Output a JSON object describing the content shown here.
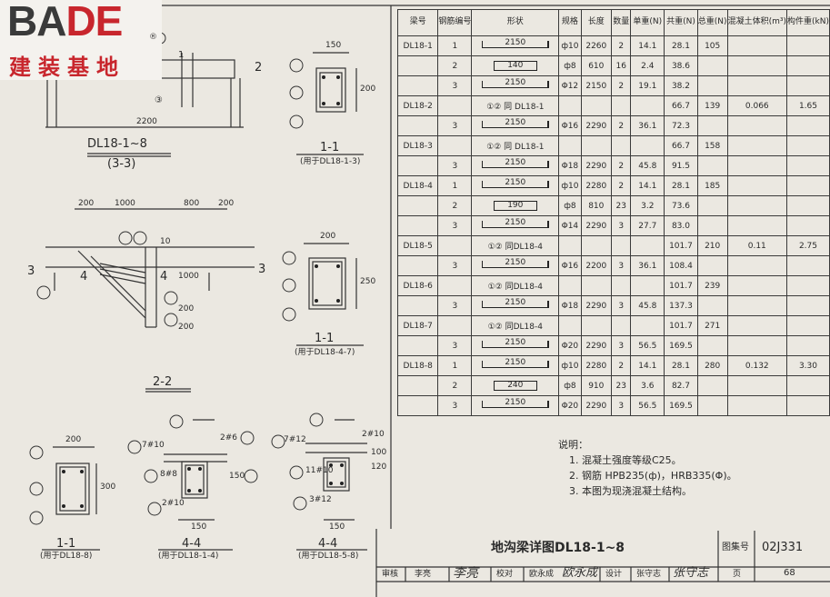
{
  "logo": {
    "text_a": "BA",
    "text_b": "DE",
    "cn": "建装基地",
    "reg": "®"
  },
  "views": {
    "top_left": {
      "title": "DL18-1~8",
      "subtitle": "(3-3)",
      "dim_2200": "2200",
      "label_2": "2",
      "label_1": "1",
      "label_3": "③"
    },
    "sec_1_1_a": {
      "title": "1-1",
      "note": "(用于DL18-1-3)",
      "dim_w": "150",
      "dim_h": "200"
    },
    "view_2_2": {
      "title": "2-2",
      "dims": [
        "200",
        "1000",
        "800",
        "200"
      ],
      "dim_v": [
        "10",
        "1000",
        "200",
        "200"
      ],
      "sec_3": "3",
      "sec_4": "4"
    },
    "sec_1_1_b": {
      "title": "1-1",
      "note": "(用于DL18-4-7)",
      "dim_w": "200",
      "dim_h": "250"
    },
    "sec_1_1_c": {
      "title": "1-1",
      "note": "(用于DL18-8)",
      "dim_w": "200",
      "dim_h": "300"
    },
    "sec_4_4_a": {
      "title": "4-4",
      "note": "(用于DL18-1-4)",
      "dim_w": "150",
      "dim_h": "150",
      "bars": [
        "7#10",
        "2#6",
        "8#8",
        "2#10"
      ]
    },
    "sec_4_4_b": {
      "title": "4-4",
      "note": "(用于DL18-5-8)",
      "dim_w": "150",
      "dim_h": "120",
      "bars": [
        "7#12",
        "2#10",
        "11#10",
        "3#12",
        "100"
      ]
    }
  },
  "table": {
    "headers": [
      "梁号",
      "钢筋编号",
      "形状",
      "规格",
      "长度",
      "数量",
      "单重(N)",
      "共重(N)",
      "总重(N)",
      "混凝土体积(m³)",
      "构件重(kN)"
    ],
    "rows": [
      {
        "beam": "DL18-1",
        "no": "1",
        "shape": "2150",
        "kind": "bar",
        "spec": "ф10",
        "len": "2260",
        "qty": "2",
        "unit": "14.1",
        "sum": "28.1",
        "total": "105",
        "vol": "",
        "wt": ""
      },
      {
        "beam": "",
        "no": "2",
        "shape": "140",
        "kind": "stirrup",
        "spec": "ф8",
        "len": "610",
        "qty": "16",
        "unit": "2.4",
        "sum": "38.6",
        "total": "",
        "vol": "",
        "wt": ""
      },
      {
        "beam": "",
        "no": "3",
        "shape": "2150",
        "kind": "bar",
        "spec": "Φ12",
        "len": "2150",
        "qty": "2",
        "unit": "19.1",
        "sum": "38.2",
        "total": "",
        "vol": "",
        "wt": ""
      },
      {
        "beam": "DL18-2",
        "no": "",
        "shape": "①② 同 DL18-1",
        "kind": "text",
        "spec": "",
        "len": "",
        "qty": "",
        "unit": "",
        "sum": "66.7",
        "total": "139",
        "vol": "0.066",
        "wt": "1.65"
      },
      {
        "beam": "",
        "no": "3",
        "shape": "2150",
        "kind": "bar",
        "spec": "Φ16",
        "len": "2290",
        "qty": "2",
        "unit": "36.1",
        "sum": "72.3",
        "total": "",
        "vol": "",
        "wt": ""
      },
      {
        "beam": "DL18-3",
        "no": "",
        "shape": "①② 同 DL18-1",
        "kind": "text",
        "spec": "",
        "len": "",
        "qty": "",
        "unit": "",
        "sum": "66.7",
        "total": "158",
        "vol": "",
        "wt": ""
      },
      {
        "beam": "",
        "no": "3",
        "shape": "2150",
        "kind": "bar",
        "spec": "Φ18",
        "len": "2290",
        "qty": "2",
        "unit": "45.8",
        "sum": "91.5",
        "total": "",
        "vol": "",
        "wt": ""
      },
      {
        "beam": "DL18-4",
        "no": "1",
        "shape": "2150",
        "kind": "bar",
        "spec": "ф10",
        "len": "2280",
        "qty": "2",
        "unit": "14.1",
        "sum": "28.1",
        "total": "185",
        "vol": "",
        "wt": ""
      },
      {
        "beam": "",
        "no": "2",
        "shape": "190",
        "kind": "stirrup",
        "spec": "ф8",
        "len": "810",
        "qty": "23",
        "unit": "3.2",
        "sum": "73.6",
        "total": "",
        "vol": "",
        "wt": ""
      },
      {
        "beam": "",
        "no": "3",
        "shape": "2150",
        "kind": "bar",
        "spec": "Φ14",
        "len": "2290",
        "qty": "3",
        "unit": "27.7",
        "sum": "83.0",
        "total": "",
        "vol": "",
        "wt": ""
      },
      {
        "beam": "DL18-5",
        "no": "",
        "shape": "①② 同DL18-4",
        "kind": "text",
        "spec": "",
        "len": "",
        "qty": "",
        "unit": "",
        "sum": "101.7",
        "total": "210",
        "vol": "0.11",
        "wt": "2.75"
      },
      {
        "beam": "",
        "no": "3",
        "shape": "2150",
        "kind": "bar",
        "spec": "Φ16",
        "len": "2200",
        "qty": "3",
        "unit": "36.1",
        "sum": "108.4",
        "total": "",
        "vol": "",
        "wt": ""
      },
      {
        "beam": "DL18-6",
        "no": "",
        "shape": "①② 同DL18-4",
        "kind": "text",
        "spec": "",
        "len": "",
        "qty": "",
        "unit": "",
        "sum": "101.7",
        "total": "239",
        "vol": "",
        "wt": ""
      },
      {
        "beam": "",
        "no": "3",
        "shape": "2150",
        "kind": "bar",
        "spec": "Φ18",
        "len": "2290",
        "qty": "3",
        "unit": "45.8",
        "sum": "137.3",
        "total": "",
        "vol": "",
        "wt": ""
      },
      {
        "beam": "DL18-7",
        "no": "",
        "shape": "①② 同DL18-4",
        "kind": "text",
        "spec": "",
        "len": "",
        "qty": "",
        "unit": "",
        "sum": "101.7",
        "total": "271",
        "vol": "",
        "wt": ""
      },
      {
        "beam": "",
        "no": "3",
        "shape": "2150",
        "kind": "bar",
        "spec": "Φ20",
        "len": "2290",
        "qty": "3",
        "unit": "56.5",
        "sum": "169.5",
        "total": "",
        "vol": "",
        "wt": ""
      },
      {
        "beam": "DL18-8",
        "no": "1",
        "shape": "2150",
        "kind": "bar",
        "spec": "ф10",
        "len": "2280",
        "qty": "2",
        "unit": "14.1",
        "sum": "28.1",
        "total": "280",
        "vol": "0.132",
        "wt": "3.30"
      },
      {
        "beam": "",
        "no": "2",
        "shape": "240",
        "kind": "stirrup",
        "spec": "ф8",
        "len": "910",
        "qty": "23",
        "unit": "3.6",
        "sum": "82.7",
        "total": "",
        "vol": "",
        "wt": ""
      },
      {
        "beam": "",
        "no": "3",
        "shape": "2150",
        "kind": "bar",
        "spec": "Φ20",
        "len": "2290",
        "qty": "3",
        "unit": "56.5",
        "sum": "169.5",
        "total": "",
        "vol": "",
        "wt": ""
      }
    ]
  },
  "notes": {
    "heading": "说明：",
    "items": [
      "1. 混凝土强度等级C25。",
      "2. 钢筋 HPB235(ф)，HRB335(Φ)。",
      "3. 本图为现浇混凝土结构。"
    ]
  },
  "title_block": {
    "title": "地沟梁详图DL18-1~8",
    "atlas_label": "图集号",
    "atlas_no": "02J331",
    "page_label": "页",
    "page_no": "68",
    "roles": [
      "审核",
      "李亮",
      "校对",
      "欧永成",
      "设计",
      "张守志"
    ],
    "signatures": [
      "李亮",
      "欧永成",
      "张守志"
    ]
  }
}
